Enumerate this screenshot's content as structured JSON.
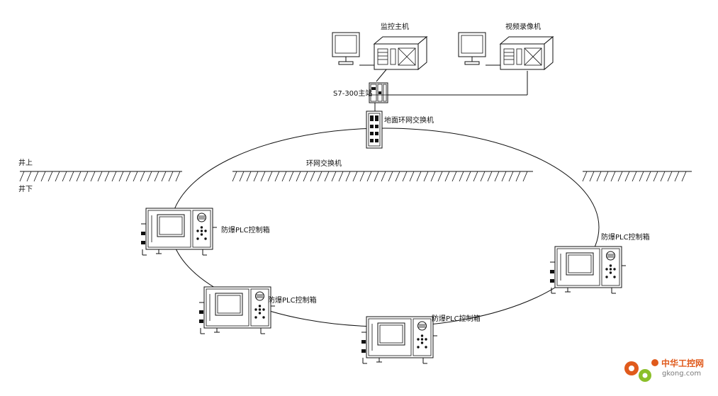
{
  "labels": {
    "monitor_host": "监控主机",
    "video_recorder": "视频录像机",
    "s7_station": "S7-300主站",
    "ground_switch": "地面环网交换机",
    "ring_switch": "环网交换机",
    "above_ground": "井上",
    "below_ground": "井下",
    "plc_box_1": "防爆PLC控制箱",
    "plc_box_2": "防爆PLC控制箱",
    "plc_box_3": "防爆PLC控制箱",
    "plc_box_4": "防爆PLC控制箱"
  },
  "watermark": {
    "main": "中华工控网",
    "sub": "gkong.com"
  },
  "icons": [
    "computer-monitor-icon",
    "industrial-pc-icon",
    "plc-module-icon",
    "network-switch-icon",
    "explosion-proof-plc-box-icon",
    "gear-logo-icon"
  ],
  "colors": {
    "line": "#111111",
    "background": "#ffffff",
    "watermark_orange": "#e05a1c",
    "watermark_green": "#8bbf2a",
    "watermark_gray": "#7a7a7a"
  }
}
